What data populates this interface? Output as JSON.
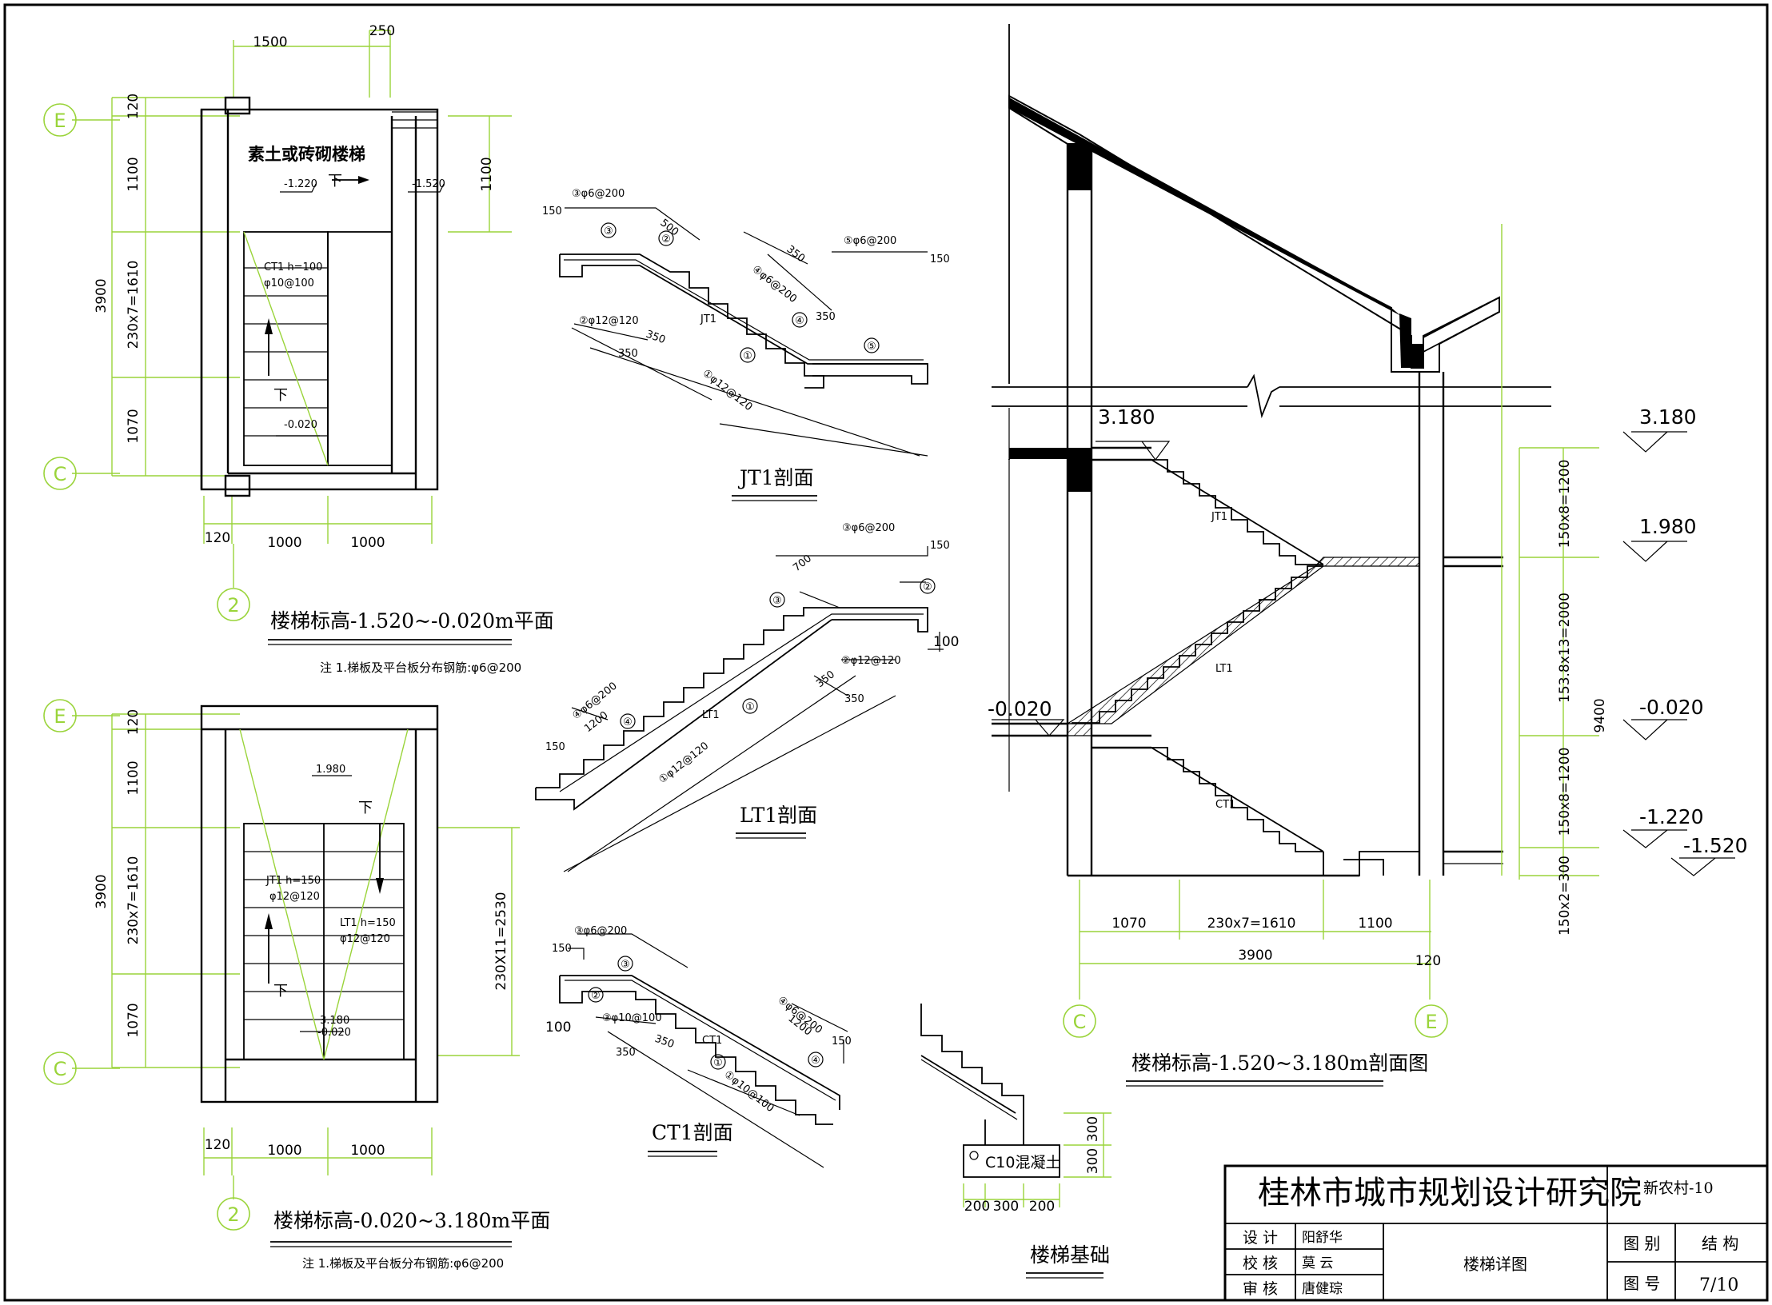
{
  "plan1": {
    "title": "楼梯标高-1.520~-0.020m平面",
    "note": "注 1.梯板及平台板分布钢筋:φ6@200",
    "top_dims": [
      "1500",
      "250"
    ],
    "left_dims": [
      "120",
      "1100",
      "230x7=1610",
      "1070"
    ],
    "overall": "3900",
    "right_dim": "1100",
    "bottom_dims": [
      "120",
      "1000",
      "1000"
    ],
    "axes": [
      "E",
      "C",
      "2"
    ],
    "label_soil": "素土或砖砌楼梯",
    "elevations": [
      "-1.220",
      "-1.520",
      "-0.020"
    ],
    "down": "下",
    "ct1": "CT1 h=100",
    "ct1_rebar": "φ10@100"
  },
  "plan2": {
    "title": "楼梯标高-0.020~3.180m平面",
    "note": "注 1.梯板及平台板分布钢筋:φ6@200",
    "left_dims": [
      "120",
      "1100",
      "230x7=1610",
      "1070"
    ],
    "overall": "3900",
    "right_dim": "230X11=2530",
    "bottom_dims": [
      "120",
      "1000",
      "1000"
    ],
    "axes": [
      "E",
      "C",
      "2"
    ],
    "elevations": [
      "1.980",
      "3.180",
      "-0.020"
    ],
    "down": "下",
    "jt1": "JT1 h=150",
    "jt1_rebar": "φ12@120",
    "lt1": "LT1 h=150",
    "lt1_rebar": "φ12@120"
  },
  "jt1_section": {
    "title": "JT1剖面",
    "labels": [
      "③φ6@200",
      "⑤φ6@200",
      "④φ6@200",
      "②φ12@120",
      "①φ12@120",
      "150",
      "500",
      "350",
      "350",
      "350",
      "350",
      "150",
      "JT1"
    ],
    "marks": [
      "③",
      "②",
      "④",
      "①",
      "⑤"
    ]
  },
  "lt1_section": {
    "title": "LT1剖面",
    "labels": [
      "③φ6@200",
      "700",
      "150",
      "②",
      "100",
      "②φ12@120",
      "350",
      "350",
      "①φ12@120",
      "④φ6@200",
      "1200",
      "150",
      "LT1"
    ],
    "marks": [
      "③",
      "④",
      "①"
    ]
  },
  "ct1_section": {
    "title": "CT1剖面",
    "labels": [
      "③φ6@200",
      "150",
      "③φ10@100",
      "100",
      "350",
      "350",
      "④φ6@200",
      "1200",
      "150",
      "①φ10@100",
      "CT1"
    ],
    "marks": [
      "③",
      "②",
      "①",
      "④"
    ]
  },
  "foundation": {
    "title": "楼梯基础",
    "concrete": "C10混凝土",
    "dims_v": [
      "300",
      "300"
    ],
    "dims_h": [
      "200",
      "300",
      "200"
    ]
  },
  "section": {
    "title": "楼梯标高-1.520~3.180m剖面图",
    "elev_left": [
      "3.180",
      "-0.020"
    ],
    "elev_right": [
      "3.180",
      "1.980",
      "-0.020",
      "-1.220",
      "-1.520"
    ],
    "v_dims": [
      "150x8=1200",
      "153.8x13=2000",
      "150x8=1200",
      "150x2=300"
    ],
    "overall_v": "9400",
    "h_dims": [
      "1070",
      "230x7=1610",
      "1100"
    ],
    "overall_h": "3900",
    "h_end": "120",
    "flights": [
      "JT1",
      "LT1",
      "CT1"
    ],
    "axes": [
      "C",
      "E"
    ]
  },
  "title_block": {
    "institute": "桂林市城市规划设计研究院",
    "project": "新农村-10",
    "roles": [
      "设 计",
      "校 核",
      "审 核"
    ],
    "names": [
      "阳舒华",
      "莫 云",
      "唐健琮"
    ],
    "drawing_name": "楼梯详图",
    "type_label": "图 别",
    "type_value": "结 构",
    "no_label": "图 号",
    "no_value": "7/10"
  }
}
